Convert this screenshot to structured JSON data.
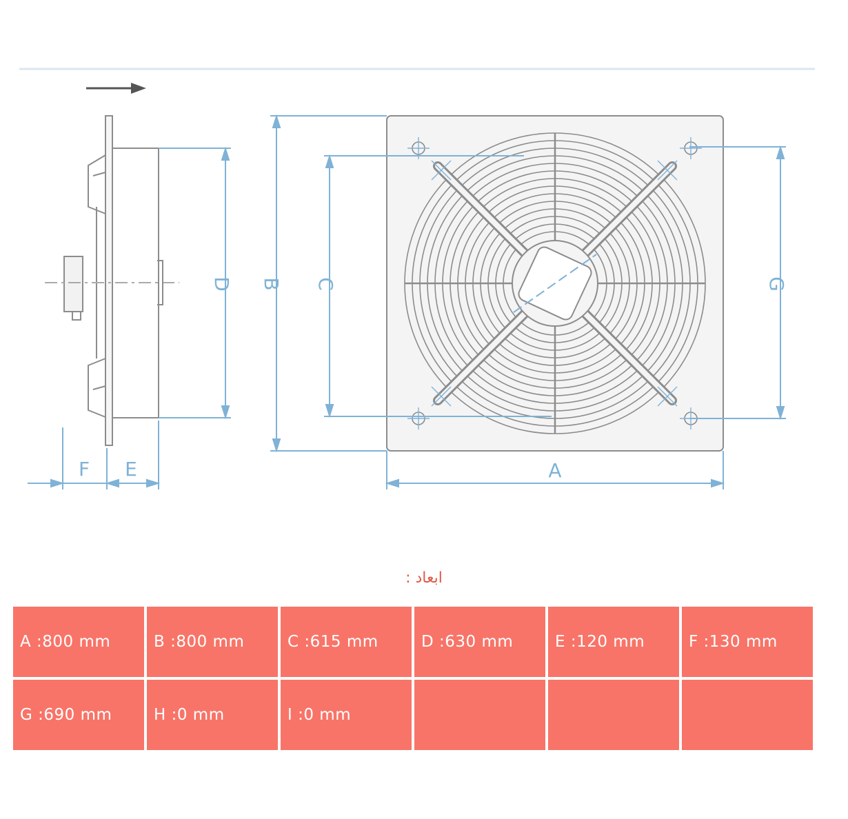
{
  "diagram": {
    "labels": {
      "A": "A",
      "B": "B",
      "C": "C",
      "D": "D",
      "E": "E",
      "F": "F",
      "G": "G"
    },
    "line_color": "#8c8c8c",
    "dim_color": "#7fb2d6"
  },
  "heading": "ابعاد :",
  "table": {
    "rows": [
      [
        "A :800 mm",
        "B :800 mm",
        "C :615 mm",
        "D :630 mm",
        "E :120 mm",
        "F :130 mm"
      ],
      [
        "G :690 mm",
        "H :0 mm",
        "I :0 mm",
        "",
        "",
        ""
      ]
    ],
    "cell_color": "#f87468"
  }
}
